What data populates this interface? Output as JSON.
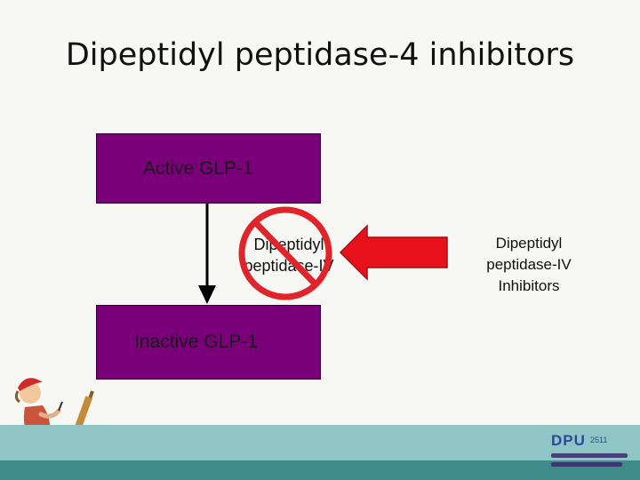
{
  "slide": {
    "title": "Dipeptidyl peptidase-4 inhibitors"
  },
  "diagram": {
    "active_box_label": "Active GLP-1",
    "inactive_box_label": "Inactive GLP-1",
    "enzyme_label_line1": "Dipeptidyl",
    "enzyme_label_line2": "peptidase-IV",
    "inhibitor_label_line1": "Dipeptidyl",
    "inhibitor_label_line2": "peptidase-IV",
    "inhibitor_label_line3": "Inhibitors"
  },
  "footer": {
    "logo_text": "DPU",
    "logo_year": "2511"
  },
  "colors": {
    "box_fill": "#7a007a",
    "prohibit_red": "#e0242a",
    "arrow_red": "#e8121c",
    "footer_band": "#8fc5c4",
    "footer_dark": "#3f8b8a"
  }
}
